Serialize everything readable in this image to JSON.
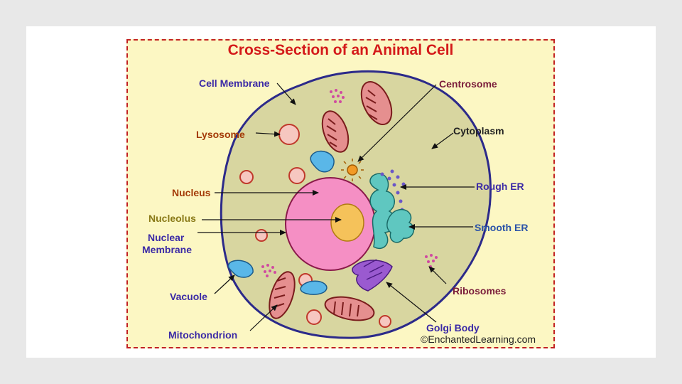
{
  "diagram": {
    "title": "Cross-Section of an Animal Cell",
    "labels": {
      "cell_membrane": "Cell Membrane",
      "centrosome": "Centrosome",
      "lysosome": "Lysosome",
      "cytoplasm": "Cytoplasm",
      "nucleus": "Nucleus",
      "rough_er": "Rough ER",
      "nucleolus": "Nucleolus",
      "smooth_er": "Smooth ER",
      "nuclear_membrane_line1": "Nuclear",
      "nuclear_membrane_line2": "Membrane",
      "vacuole": "Vacuole",
      "ribosomes": "Ribosomes",
      "mitochondrion": "Mitochondrion",
      "golgi_body": "Golgi Body"
    },
    "credit": "©EnchantedLearning.com",
    "colors": {
      "title": "#d41a1a",
      "cytoplasm": "#d8d6a0",
      "cell_membrane": "#2c2a8a",
      "nucleus": "#f58fc4",
      "nucleolus": "#f5c25a",
      "frame_border": "#c22222"
    }
  }
}
